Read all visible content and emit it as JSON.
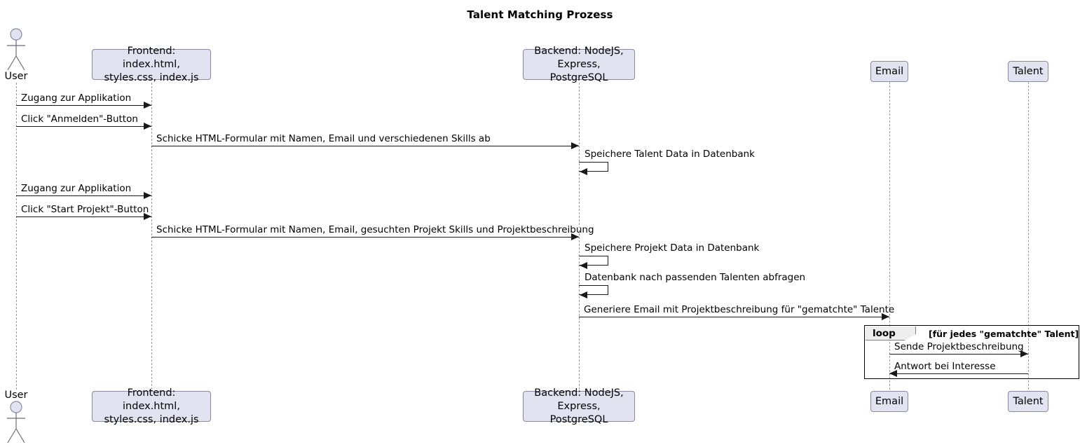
{
  "title": "Talent Matching Prozess",
  "colors": {
    "participant_fill": "#E2E2F0",
    "participant_border": "#8888A0",
    "lifeline": "#9A9A9A",
    "arrow": "#181818",
    "fragment_border": "#000000",
    "fragment_tab_fill": "#EEEEEE",
    "background": "#FFFFFF"
  },
  "participants": [
    {
      "id": "user",
      "type": "actor",
      "label": "User"
    },
    {
      "id": "frontend",
      "type": "participant",
      "label": "Frontend: index.html,\nstyles.css, index.js"
    },
    {
      "id": "backend",
      "type": "participant",
      "label": "Backend: NodeJS,\nExpress, PostgreSQL"
    },
    {
      "id": "email",
      "type": "participant",
      "label": "Email"
    },
    {
      "id": "talent",
      "type": "participant",
      "label": "Talent"
    }
  ],
  "messages": [
    {
      "index": 0,
      "from": "user",
      "to": "frontend",
      "kind": "sync",
      "direction": "right",
      "label": "Zugang zur Applikation"
    },
    {
      "index": 1,
      "from": "user",
      "to": "frontend",
      "kind": "sync",
      "direction": "right",
      "label": "Click \"Anmelden\"-Button"
    },
    {
      "index": 2,
      "from": "frontend",
      "to": "backend",
      "kind": "sync",
      "direction": "right",
      "label": "Schicke HTML-Formular mit Namen, Email und verschiedenen Skills ab"
    },
    {
      "index": 3,
      "from": "backend",
      "to": "backend",
      "kind": "self",
      "direction": "left",
      "label": "Speichere Talent Data in Datenbank"
    },
    {
      "index": 4,
      "from": "user",
      "to": "frontend",
      "kind": "sync",
      "direction": "right",
      "label": "Zugang zur Applikation"
    },
    {
      "index": 5,
      "from": "user",
      "to": "frontend",
      "kind": "sync",
      "direction": "right",
      "label": "Click \"Start Projekt\"-Button"
    },
    {
      "index": 6,
      "from": "frontend",
      "to": "backend",
      "kind": "sync",
      "direction": "right",
      "label": "Schicke HTML-Formular mit Namen, Email, gesuchten Projekt Skills und Projektbeschreibung"
    },
    {
      "index": 7,
      "from": "backend",
      "to": "backend",
      "kind": "self",
      "direction": "left",
      "label": "Speichere Projekt Data in Datenbank"
    },
    {
      "index": 8,
      "from": "backend",
      "to": "backend",
      "kind": "self",
      "direction": "left",
      "label": "Datenbank nach passenden Talenten abfragen"
    },
    {
      "index": 9,
      "from": "backend",
      "to": "email",
      "kind": "sync",
      "direction": "right",
      "label": "Generiere Email mit Projektbeschreibung für \"gematchte\" Talente"
    }
  ],
  "fragment": {
    "type": "loop",
    "tab_label": "loop",
    "condition": "[für jedes \"gematchte\" Talent]",
    "messages": [
      {
        "index": 10,
        "from": "email",
        "to": "talent",
        "kind": "sync",
        "direction": "right",
        "label": "Sende Projektbeschreibung"
      },
      {
        "index": 11,
        "from": "talent",
        "to": "email",
        "kind": "sync",
        "direction": "left",
        "label": "Antwort bei Interesse"
      }
    ]
  }
}
